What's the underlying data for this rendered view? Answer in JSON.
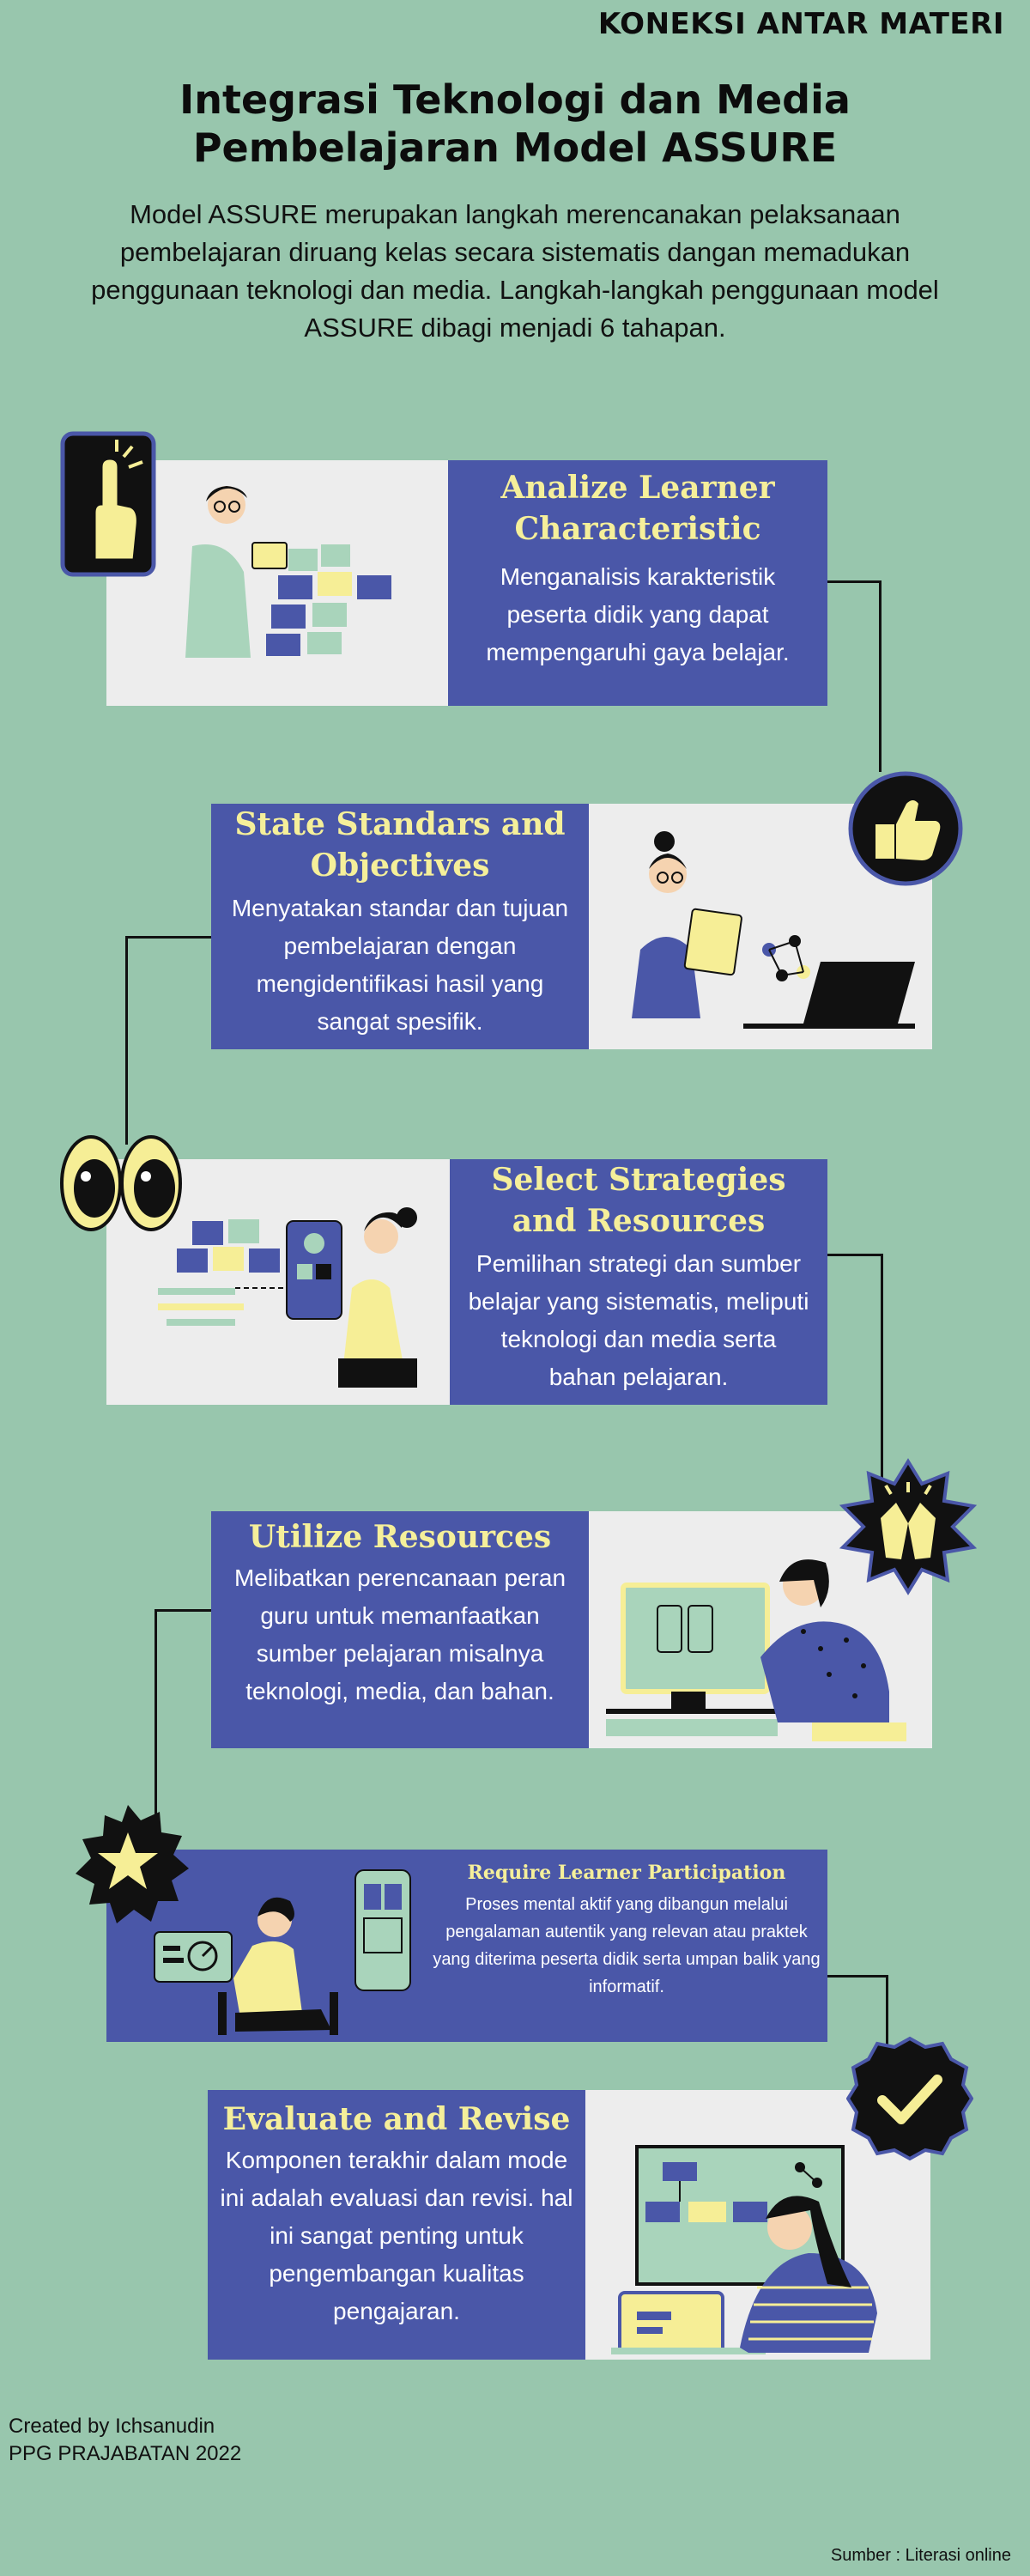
{
  "header": {
    "tag": "KONEKSI ANTAR MATERI",
    "title_line1": "Integrasi Teknologi dan Media",
    "title_line2": "Pembelajaran Model ASSURE"
  },
  "intro": "Model ASSURE merupakan langkah merencanakan pelaksanaan pembelajaran diruang kelas secara sistematis dangan memadukan penggunaan teknologi dan media. Langkah-langkah penggunaan model ASSURE dibagi menjadi 6 tahapan.",
  "steps": [
    {
      "title": "Analize Learner Characteristic",
      "desc": "Menganalisis karakteristik peserta didik yang dapat mempengaruhi gaya belajar.",
      "icon": "pointing-hand-icon"
    },
    {
      "title": "State Standars and Objectives",
      "desc": "Menyatakan standar dan tujuan pembelajaran dengan mengidentifikasi hasil yang sangat spesifik.",
      "icon": "thumbs-up-icon"
    },
    {
      "title": "Select Strategies and Resources",
      "desc": "Pemilihan strategi dan sumber belajar yang sistematis, meliputi teknologi dan media serta bahan pelajaran.",
      "icon": "eyes-icon"
    },
    {
      "title": "Utilize Resources",
      "desc": "Melibatkan perencanaan peran guru untuk memanfaatkan sumber pelajaran misalnya teknologi, media, dan bahan.",
      "icon": "clapping-hands-icon"
    },
    {
      "title": "Require Learner Participation",
      "desc": "Proses mental aktif yang dibangun melalui pengalaman autentik yang relevan atau praktek yang diterima peserta didik serta umpan balik yang informatif.",
      "icon": "star-icon"
    },
    {
      "title": "Evaluate and Revise",
      "desc": "Komponen terakhir dalam mode ini adalah evaluasi dan revisi. hal ini sangat penting untuk pengembangan kualitas pengajaran.",
      "icon": "checkmark-icon"
    }
  ],
  "footer": {
    "created_by": "Created by Ichsanudin",
    "program": "PPG PRAJABATAN 2022",
    "source": "Sumber : Literasi online"
  },
  "colors": {
    "background": "#98c6ad",
    "panel_blue": "#4a57a8",
    "title_yellow": "#f5ef9a",
    "panel_gray": "#ededed",
    "accent_yellow": "#f6ee96",
    "accent_green": "#a9d4bb"
  }
}
